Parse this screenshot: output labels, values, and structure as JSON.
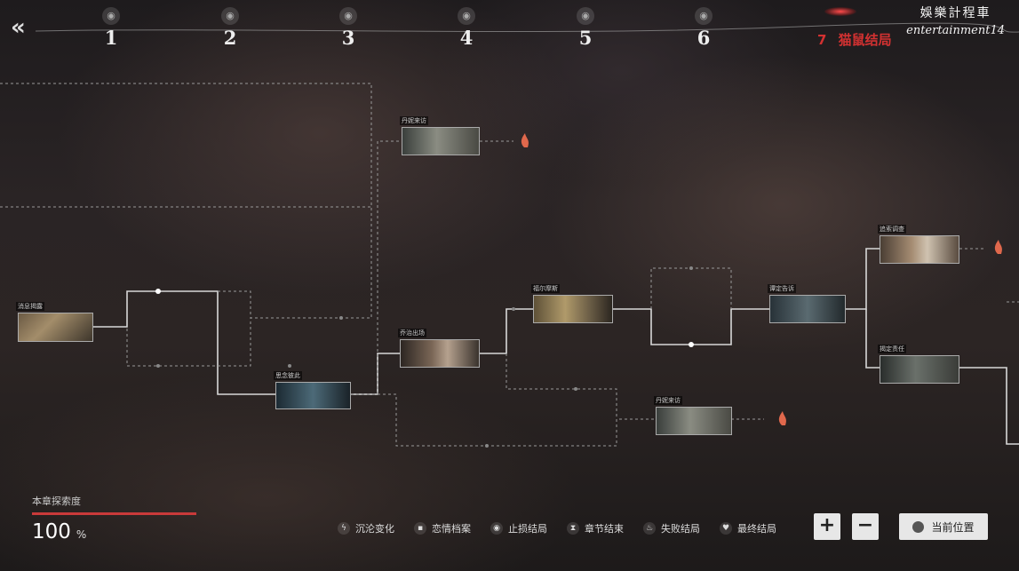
{
  "nav": {
    "chapters": [
      {
        "label": "1",
        "icon": "eye-icon"
      },
      {
        "label": "2",
        "icon": "eye-icon"
      },
      {
        "label": "3",
        "icon": "eye-icon"
      },
      {
        "label": "4",
        "icon": "eye-icon"
      },
      {
        "label": "5",
        "icon": "eye-icon"
      },
      {
        "label": "6",
        "icon": "eye-icon"
      }
    ],
    "final_chapter": {
      "number": "7",
      "title": "猫鼠结局"
    }
  },
  "watermark": {
    "line1": "娛樂計程車",
    "line2": "entertainment14"
  },
  "nodes": [
    {
      "caption": "消息揭露"
    },
    {
      "caption": "丹妮来访"
    },
    {
      "caption": "思念彼此"
    },
    {
      "caption": "乔治出场"
    },
    {
      "caption": "福尔摩斯"
    },
    {
      "caption": "丹妮来访"
    },
    {
      "caption": "谭定告诉"
    },
    {
      "caption": "追索调查"
    },
    {
      "caption": "揭定责任"
    }
  ],
  "progress": {
    "label": "本章探索度",
    "value": "100",
    "unit": "%",
    "fraction": 1.0,
    "bar_color": "#c93a3a"
  },
  "legend": [
    {
      "label": "沉沦变化",
      "icon": "swirl-icon"
    },
    {
      "label": "恋情档案",
      "icon": "file-icon"
    },
    {
      "label": "止损结局",
      "icon": "eye-icon"
    },
    {
      "label": "章节结束",
      "icon": "hourglass-icon"
    },
    {
      "label": "失败结局",
      "icon": "flame-icon"
    },
    {
      "label": "最终结局",
      "icon": "heart-icon"
    }
  ],
  "controls": {
    "zoom_in": "+",
    "zoom_out": "−",
    "current_position": "当前位置"
  },
  "colors": {
    "accent": "#d23131",
    "fail_flame": "#e0684c"
  }
}
